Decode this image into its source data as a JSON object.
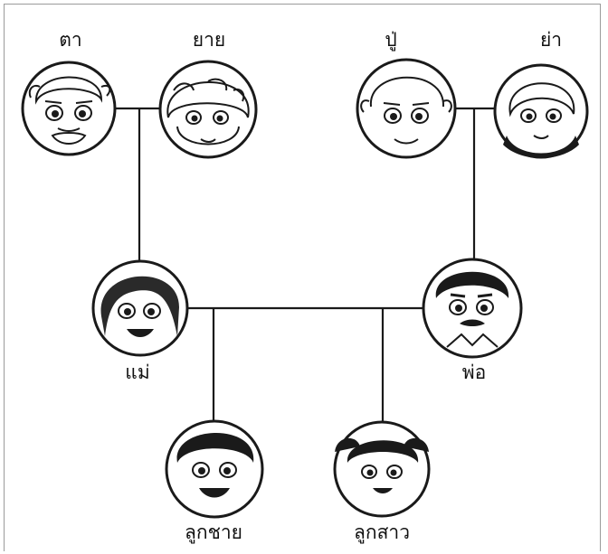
{
  "members": {
    "maternal_grandfather": "ตา",
    "maternal_grandmother": "ยาย",
    "paternal_grandfather": "ปู่",
    "paternal_grandmother": "ย่า",
    "mother": "แม่",
    "father": "พ่อ",
    "son": "ลูกชาย",
    "daughter": "ลูกสาว"
  }
}
